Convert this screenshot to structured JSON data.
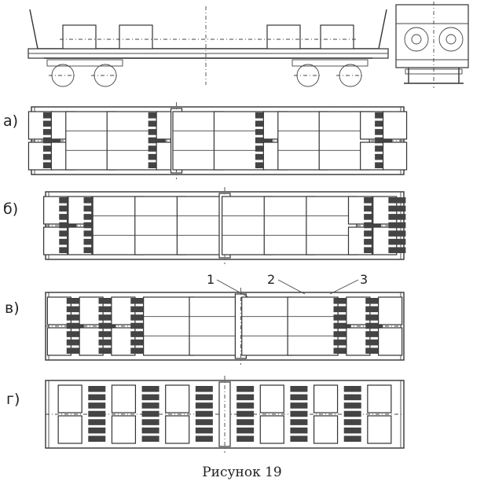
{
  "figure": {
    "caption": "Рисунок 19",
    "variants": [
      {
        "label": "а)",
        "pattern": [
          "c",
          "b",
          "c",
          "w",
          "w",
          "b",
          "c",
          "d",
          "w",
          "w",
          "b",
          "c",
          "w",
          "w",
          "c",
          "b",
          "c"
        ]
      },
      {
        "label": "б)",
        "pattern": [
          "c",
          "b",
          "c",
          "b",
          "w",
          "w",
          "w",
          "d",
          "w",
          "w",
          "w",
          "c",
          "b",
          "c",
          "b"
        ]
      },
      {
        "label": "в)",
        "pattern": [
          "c",
          "b",
          "c",
          "b",
          "c",
          "b",
          "w",
          "w",
          "d",
          "w",
          "w",
          "b",
          "c",
          "b",
          "c"
        ]
      },
      {
        "label": "г)",
        "pattern": [
          "c",
          "b",
          "c",
          "b",
          "c",
          "b",
          "d",
          "b",
          "c",
          "b",
          "c",
          "b",
          "c"
        ]
      }
    ],
    "callouts": [
      "1",
      "2",
      "3"
    ]
  }
}
